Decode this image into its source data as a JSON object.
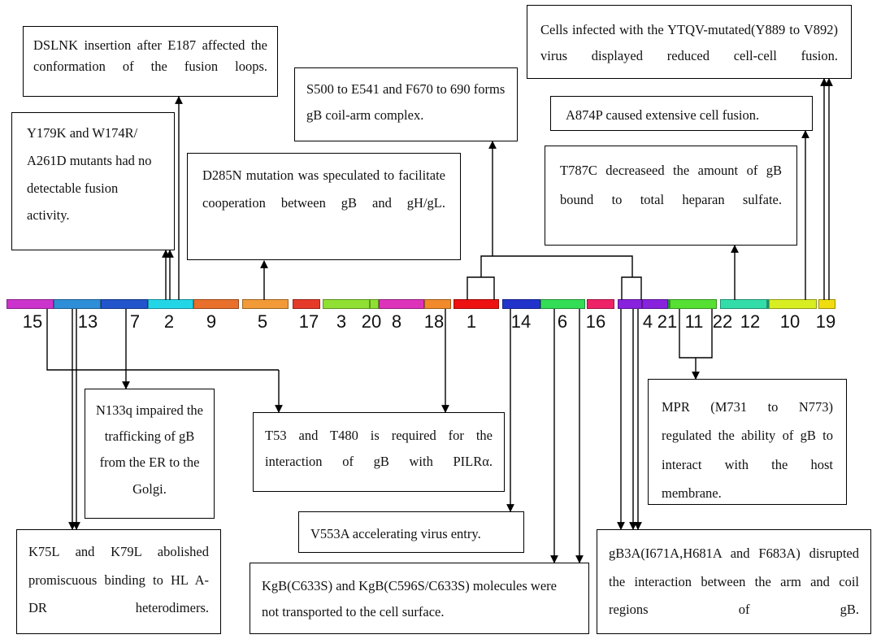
{
  "segments": [
    {
      "label": "15",
      "color": "#cc33cc"
    },
    {
      "label": "13",
      "color": "#2e8fd8"
    },
    {
      "label": "7",
      "color": "#2255cc"
    },
    {
      "label": "2",
      "color": "#22d6e8"
    },
    {
      "label": "9",
      "color": "#e8702a"
    },
    {
      "label": "5",
      "color": "#f29a38"
    },
    {
      "label": "17",
      "color": "#e53a2a"
    },
    {
      "label": "3",
      "color": "#8fe033"
    },
    {
      "label": "20",
      "color": "#8fe033"
    },
    {
      "label": "8",
      "color": "#dd33bb"
    },
    {
      "label": "18",
      "color": "#f08a2a"
    },
    {
      "label": "1",
      "color": "#ee1111"
    },
    {
      "label": "14",
      "color": "#2233cc"
    },
    {
      "label": "6",
      "color": "#33dd55"
    },
    {
      "label": "16",
      "color": "#ee2266"
    },
    {
      "label": "",
      "color": "#8822dd"
    },
    {
      "label": "4",
      "color": "#8822dd"
    },
    {
      "label": "21",
      "color": "#33dd55"
    },
    {
      "label": "11",
      "color": "#55e033"
    },
    {
      "label": "22",
      "color": "#33ddaa"
    },
    {
      "label": "12",
      "color": "#33ddaa"
    },
    {
      "label": "10",
      "color": "#d8ee22"
    },
    {
      "label": "19",
      "color": "#f0dd10"
    }
  ],
  "annotations": {
    "dslnk": "DSLNK insertion after E187 affected the conformation of the fusion loops.",
    "y179k": "Y179K and W174R/ A261D mutants had no detectable fusion activity.",
    "d285n": "D285N mutation was speculated to facilitate cooperation between gB and gH/gL.",
    "s500": "S500 to E541 and F670 to 690 forms gB coil-arm complex.",
    "ytqv": "Cells infected with the YTQV-mutated(Y889 to V892) virus displayed reduced cell-cell fusion.",
    "a874p": "A874P caused extensive cell fusion.",
    "t787c": "T787C decreaseed the amount of gB bound to total heparan sulfate.",
    "n133q": "N133q impaired the trafficking of gB from the ER to the Golgi.",
    "t53": "T53 and T480 is required for the interaction of gB with PILRα.",
    "mpr": "MPR (M731 to N773) regulated the ability of gB to interact with the host membrane.",
    "v553a": "V553A accelerating virus entry.",
    "k75l": "K75L and K79L abolished promiscuous binding to HL A-DR heterodimers.",
    "kgb": "KgB(C633S) and KgB(C596S/C633S) molecules were not transported to the cell surface.",
    "gb3a": "gB3A(I671A,H681A and F683A) disrupted the interaction between the arm and coil regions of gB."
  }
}
